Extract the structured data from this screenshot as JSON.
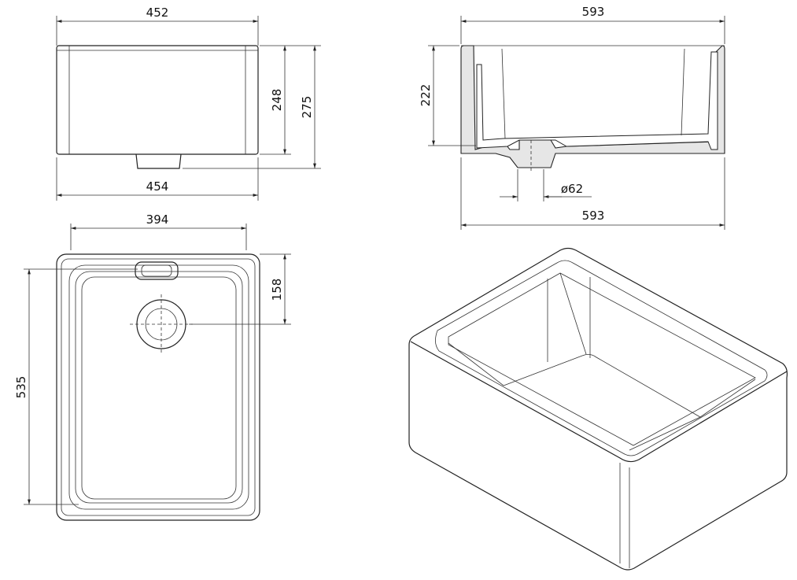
{
  "front_view": {
    "width_top": "452",
    "width_bottom": "454",
    "height_body": "248",
    "height_total": "275"
  },
  "section_view": {
    "width_top": "593",
    "width_bottom": "593",
    "depth": "222",
    "waste_diameter": "ø62"
  },
  "top_view": {
    "width_inner": "394",
    "waste_offset": "158",
    "length_inner": "535"
  }
}
